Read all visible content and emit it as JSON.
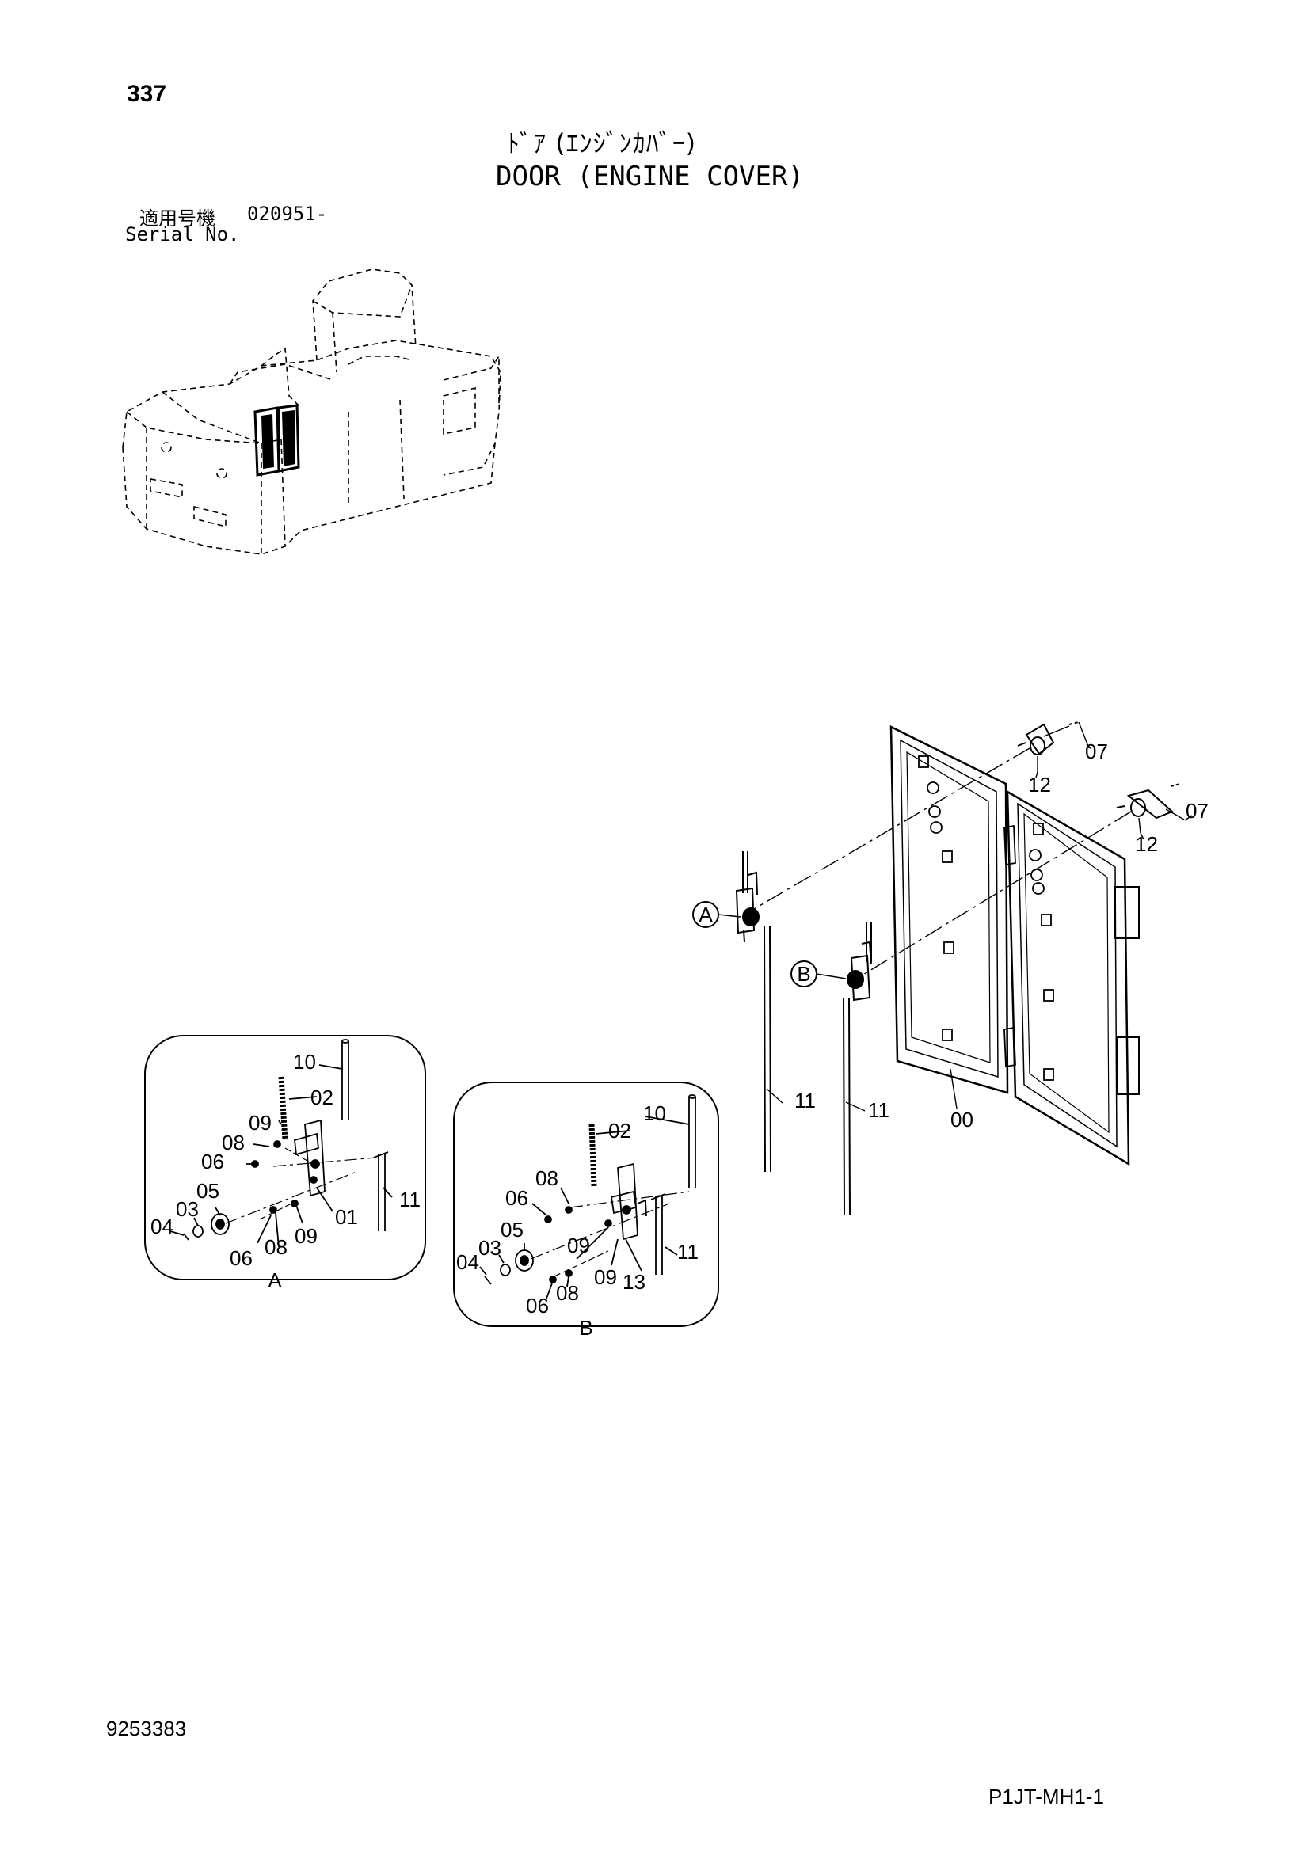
{
  "header": {
    "page_number": "337",
    "title_jp": "ﾄﾞｱ (ｴﾝｼﾞﾝｶﾊﾞｰ)",
    "title_en": "DOOR (ENGINE COVER)",
    "serial_label_jp": "適用号機",
    "serial_range": "020951-",
    "serial_label_en": "Serial No."
  },
  "callouts": {
    "main_07a": "07",
    "main_12a": "12",
    "main_07b": "07",
    "main_12b": "12",
    "main_11a": "11",
    "main_11b": "11",
    "main_00": "00",
    "ref_a": "A",
    "ref_b": "B"
  },
  "detail_a": {
    "label": "A",
    "parts": [
      "10",
      "02",
      "09",
      "08",
      "06",
      "05",
      "03",
      "04",
      "06",
      "08",
      "09",
      "01",
      "11"
    ]
  },
  "detail_b": {
    "label": "B",
    "parts": [
      "02",
      "10",
      "08",
      "06",
      "05",
      "03",
      "04",
      "09",
      "09",
      "13",
      "11",
      "06",
      "08"
    ]
  },
  "footer": {
    "doc_number": "9253383",
    "sheet_code": "P1JT-MH1-1"
  },
  "colors": {
    "ink": "#000000",
    "paper": "#ffffff"
  }
}
